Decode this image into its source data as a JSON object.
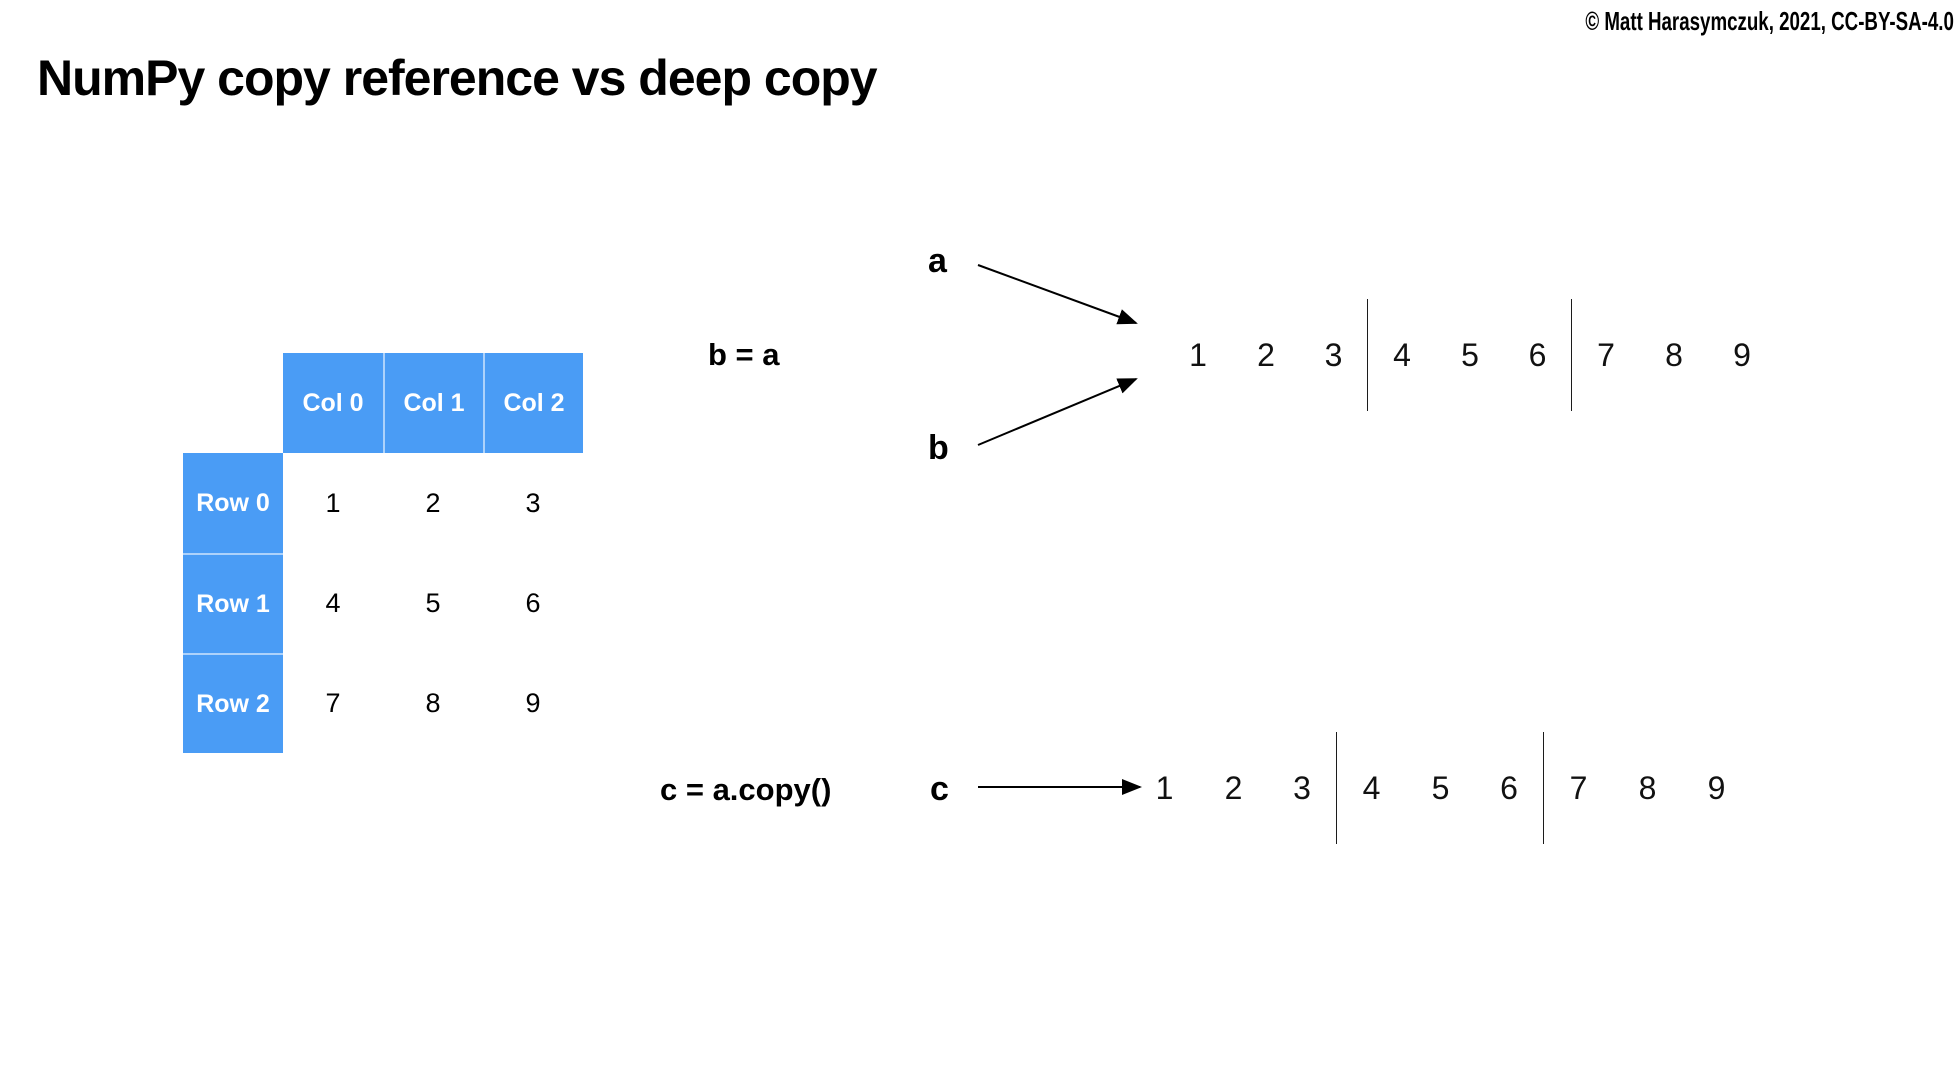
{
  "copyright": "© Matt Harasymczuk, 2021, CC-BY-SA-4.0",
  "title": "NumPy copy reference vs deep copy",
  "table": {
    "col_headers": [
      "Col 0",
      "Col 1",
      "Col 2"
    ],
    "row_headers": [
      "Row 0",
      "Row 1",
      "Row 2"
    ],
    "rows": [
      [
        "1",
        "2",
        "3"
      ],
      [
        "4",
        "5",
        "6"
      ],
      [
        "7",
        "8",
        "9"
      ]
    ]
  },
  "diagram": {
    "reference": {
      "equation": "b = a",
      "label_a": "a",
      "label_b": "b",
      "memory": [
        "1",
        "2",
        "3",
        "4",
        "5",
        "6",
        "7",
        "8",
        "9"
      ]
    },
    "deep_copy": {
      "equation": "c = a.copy()",
      "label_c": "c",
      "memory": [
        "1",
        "2",
        "3",
        "4",
        "5",
        "6",
        "7",
        "8",
        "9"
      ]
    }
  },
  "colors": {
    "table_blue": "#4a9cf5",
    "arrow_black": "#000000"
  }
}
